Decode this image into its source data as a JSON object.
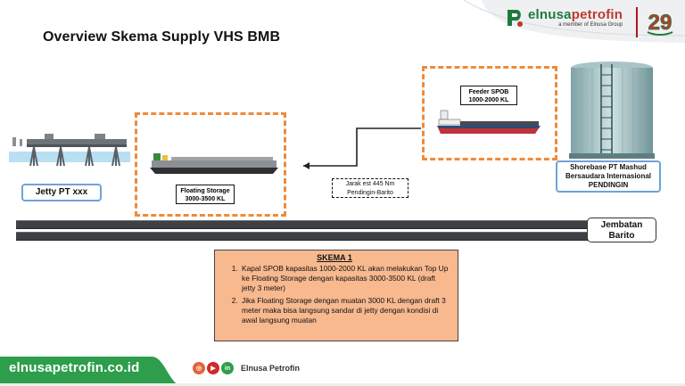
{
  "header": {
    "title": "Overview Skema Supply VHS BMB",
    "logo_text_1": "elnusa",
    "logo_text_2": "petrofin",
    "logo_tagline": "a member of Elnusa Group",
    "anniversary": "29"
  },
  "jetty": {
    "label": "Jetty PT xxx"
  },
  "floating_storage": {
    "label_line1": "Floating Storage",
    "label_line2": "3000-3500 KL"
  },
  "feeder": {
    "label_line1": "Feeder SPOB",
    "label_line2": "1000-2000 KL"
  },
  "jarak": {
    "line1": "Jarak est 445 Nm",
    "line2": "Pendingin-Barito"
  },
  "shorebase": {
    "line1": "Shorebase PT Mashud",
    "line2": "Bersaudara Internasional",
    "line3": "PENDINGIN"
  },
  "bridge": {
    "line1": "Jembatan",
    "line2": "Barito"
  },
  "skema": {
    "title": "SKEMA 1",
    "items": [
      "Kapal SPOB kapasitas 1000-2000 KL akan melakukan Top Up ke Floating Storage dengan kapasitas 3000-3500 KL (draft jetty 3 meter)",
      "Jika Floating Storage dengan muatan 3000 KL dengan draft 3 meter maka bisa langsung sandar di jetty dengan kondisi di awal langsung muatan"
    ]
  },
  "footer": {
    "site": "elnusapetrofin.co.id",
    "brand": "Elnusa Petrofin",
    "social_icons": [
      "instagram-icon",
      "youtube-icon",
      "linkedin-icon"
    ]
  },
  "colors": {
    "dashed_border": "#ef8a3a",
    "brand_green": "#1f7a3c",
    "brand_red": "#c0392b",
    "skema_fill": "#f8b98f",
    "footer_green": "#2e9e4c"
  }
}
